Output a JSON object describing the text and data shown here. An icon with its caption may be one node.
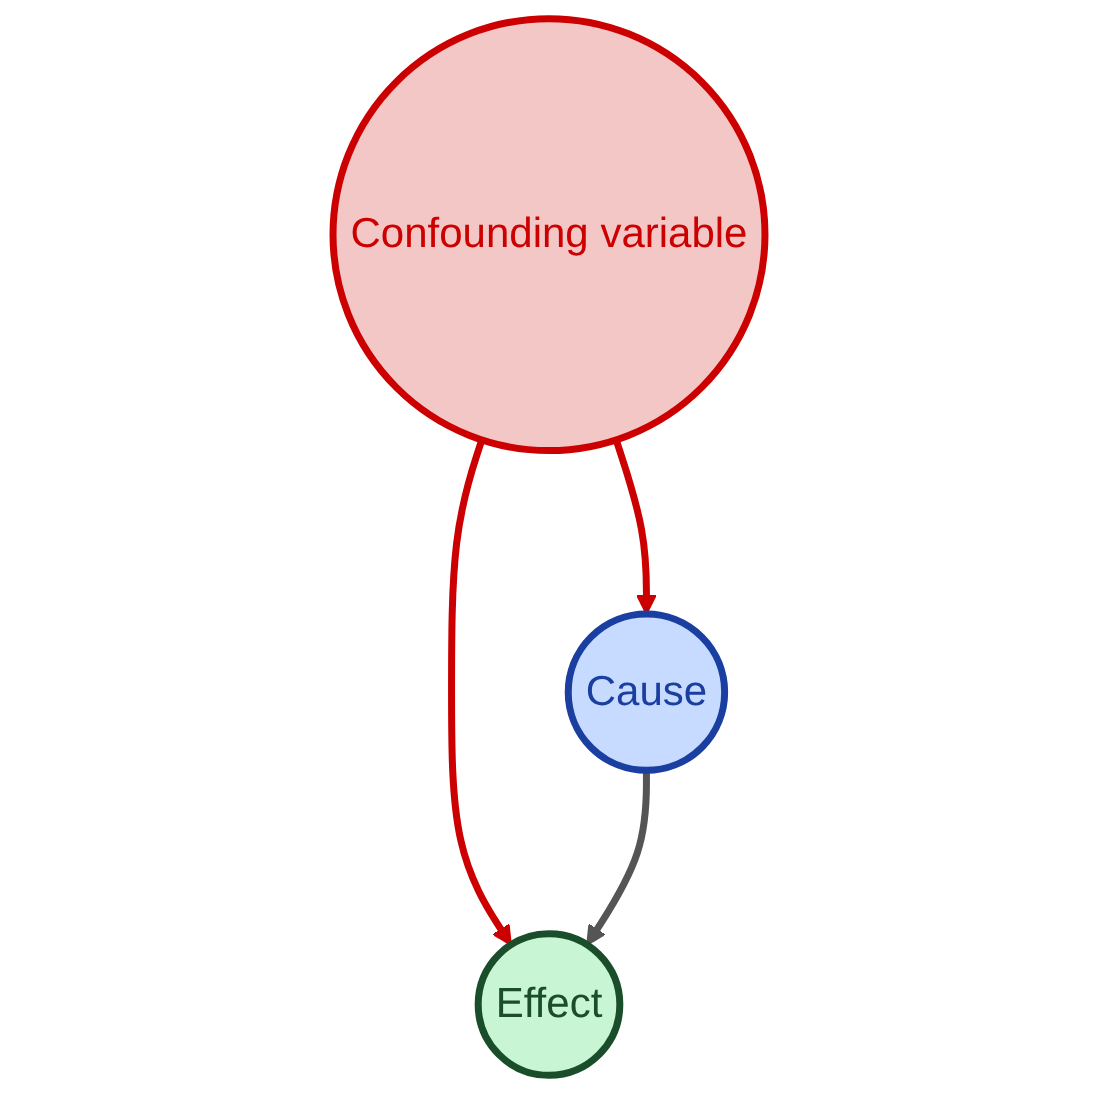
{
  "diagram": {
    "nodes": [
      {
        "text": [
          "Confounding variable"
        ]
      },
      {
        "text": [
          "Cause"
        ]
      },
      {
        "text": [
          "Effect"
        ]
      }
    ],
    "edges": [
      {
        "from": 0,
        "to": 1,
        "arrow": "to",
        "color": "#cc0000"
      },
      {
        "from": 0,
        "to": 2,
        "arrow": "to",
        "color": "#cc0000"
      },
      {
        "from": 1,
        "to": 2,
        "arrow": "to",
        "color": "#555555"
      }
    ]
  }
}
